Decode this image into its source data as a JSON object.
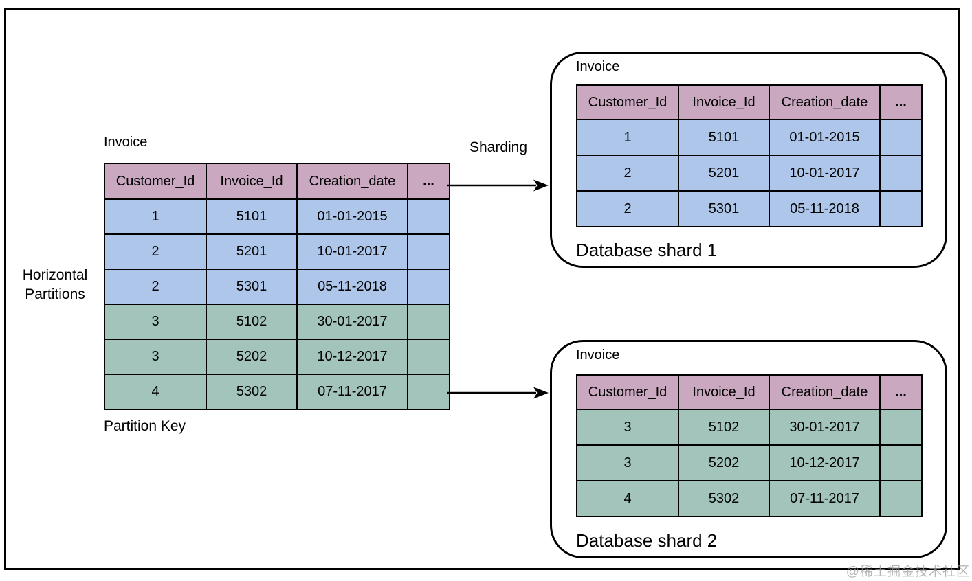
{
  "colors": {
    "table_header": "#c9a8c0",
    "partition_blue": "#aec6ea",
    "partition_green": "#a2c4ba",
    "line": "#000000",
    "watermark_gray": "#9e9e9e"
  },
  "labels": {
    "horizontal_partitions": "Horizontal Partitions",
    "partition_key": "Partition Key",
    "sharding": "Sharding"
  },
  "main_table": {
    "title": "Invoice",
    "columns": [
      "Customer_Id",
      "Invoice_Id",
      "Creation_date",
      "..."
    ],
    "rows": [
      {
        "group": "blue",
        "cells": [
          "1",
          "5101",
          "01-01-2015",
          ""
        ]
      },
      {
        "group": "blue",
        "cells": [
          "2",
          "5201",
          "10-01-2017",
          ""
        ]
      },
      {
        "group": "blue",
        "cells": [
          "2",
          "5301",
          "05-11-2018",
          ""
        ]
      },
      {
        "group": "green",
        "cells": [
          "3",
          "5102",
          "30-01-2017",
          ""
        ]
      },
      {
        "group": "green",
        "cells": [
          "3",
          "5202",
          "10-12-2017",
          ""
        ]
      },
      {
        "group": "green",
        "cells": [
          "4",
          "5302",
          "07-11-2017",
          ""
        ]
      }
    ]
  },
  "shard1": {
    "title": "Invoice",
    "caption": "Database shard 1",
    "columns": [
      "Customer_Id",
      "Invoice_Id",
      "Creation_date",
      "..."
    ],
    "rows": [
      {
        "group": "blue",
        "cells": [
          "1",
          "5101",
          "01-01-2015",
          ""
        ]
      },
      {
        "group": "blue",
        "cells": [
          "2",
          "5201",
          "10-01-2017",
          ""
        ]
      },
      {
        "group": "blue",
        "cells": [
          "2",
          "5301",
          "05-11-2018",
          ""
        ]
      }
    ]
  },
  "shard2": {
    "title": "Invoice",
    "caption": "Database shard 2",
    "columns": [
      "Customer_Id",
      "Invoice_Id",
      "Creation_date",
      "..."
    ],
    "rows": [
      {
        "group": "green",
        "cells": [
          "3",
          "5102",
          "30-01-2017",
          ""
        ]
      },
      {
        "group": "green",
        "cells": [
          "3",
          "5202",
          "10-12-2017",
          ""
        ]
      },
      {
        "group": "green",
        "cells": [
          "4",
          "5302",
          "07-11-2017",
          ""
        ]
      }
    ]
  },
  "watermark": "@稀土掘金技术社区"
}
